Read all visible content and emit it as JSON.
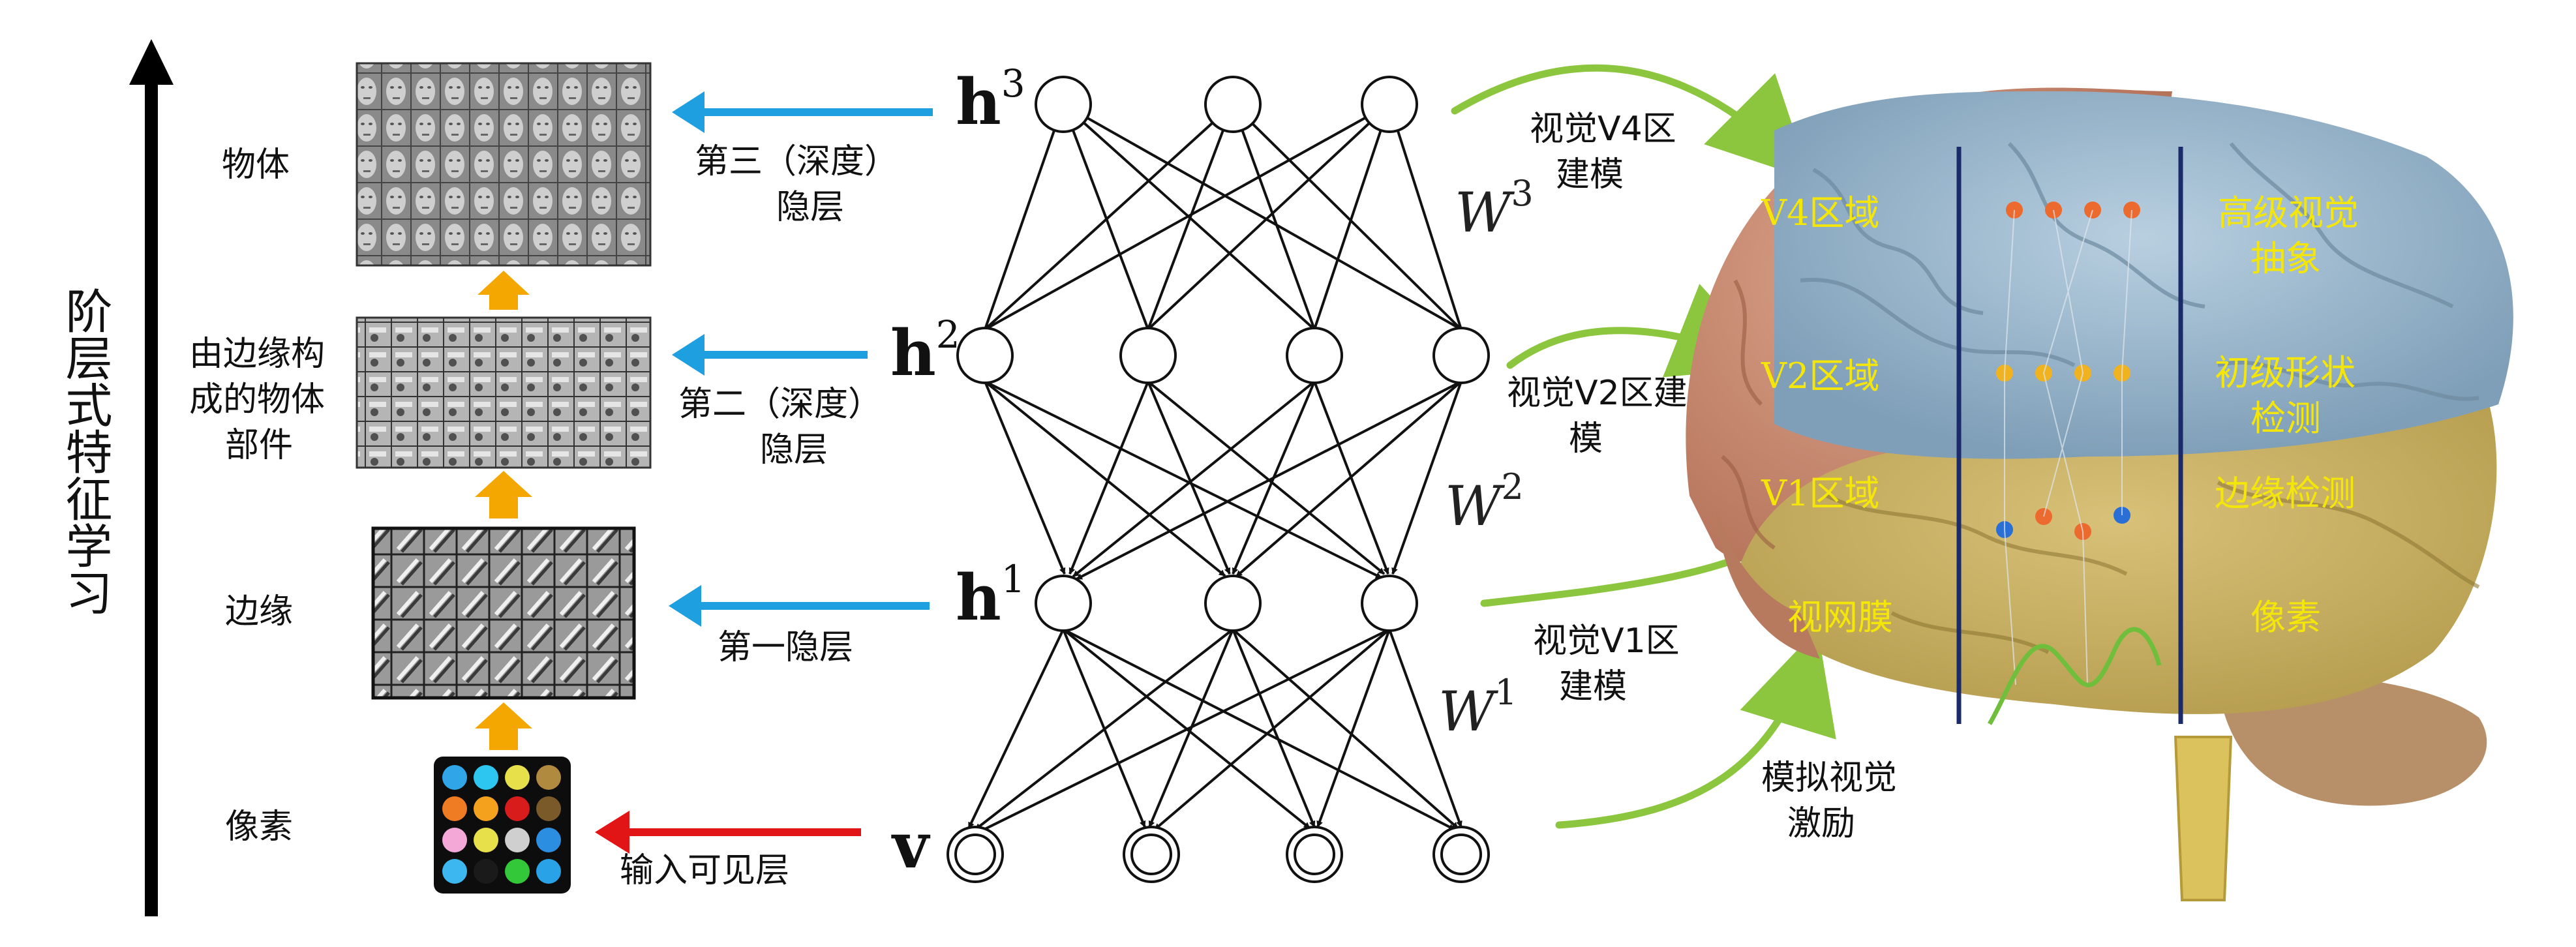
{
  "side_axis_label": "阶层式特征学习",
  "left_labels": {
    "objects": "物体",
    "parts": [
      "由边缘构",
      "成的物体",
      "部件"
    ],
    "edges": "边缘",
    "pixels": "像素"
  },
  "layer_labels": {
    "third": [
      "第三（深度）",
      "隐层"
    ],
    "second": [
      "第二（深度）",
      "隐层"
    ],
    "first": "第一隐层",
    "input": "输入可见层"
  },
  "network": {
    "h3": "h",
    "h3_sup": "3",
    "h2": "h",
    "h2_sup": "2",
    "h1": "h",
    "h1_sup": "1",
    "v": "v",
    "w3": "W",
    "w3_sup": "3",
    "w2": "W",
    "w2_sup": "2",
    "w1": "W",
    "w1_sup": "1"
  },
  "model_labels": {
    "v4": [
      "视觉V4区",
      "建模"
    ],
    "v2": [
      "视觉V2区建",
      "模"
    ],
    "v1": [
      "视觉V1区",
      "建模"
    ],
    "stim": [
      "模拟视觉",
      "激励"
    ]
  },
  "brain": {
    "left_regions": [
      "V4区域",
      "V2区域",
      "V1区域",
      "视网膜"
    ],
    "right_labels": {
      "v4": [
        "高级视觉",
        "抽象"
      ],
      "v2": [
        "初级形状",
        "检测"
      ],
      "v1": "边缘检测",
      "retina": "像素"
    }
  },
  "colors": {
    "blue_arrow": "#1e9fe0",
    "red_arrow": "#e11515",
    "orange_arrow": "#f4a700",
    "green_arrow": "#8cc63f",
    "brain_label": "#f5e60a",
    "region_blue": "#9dbad0",
    "region_yellow": "#c9b05f",
    "region_red": "#c98b72"
  }
}
